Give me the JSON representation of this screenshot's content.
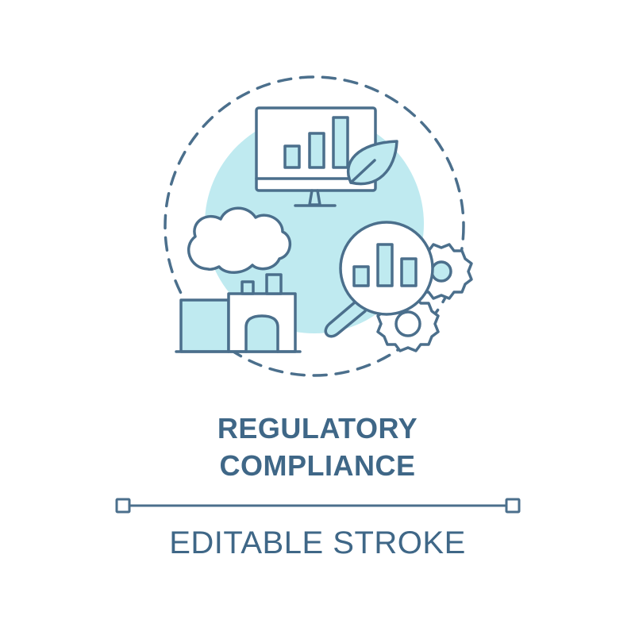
{
  "concept": {
    "title_line_1": "REGULATORY",
    "title_line_2": "COMPLIANCE",
    "subtitle": "EDITABLE STROKE"
  },
  "colors": {
    "stroke": "#4b6f8c",
    "fill_light": "#bfeaf0",
    "fill_pale": "#dcf4f7",
    "text": "#3f6787"
  },
  "icons": [
    "monitor-chart-icon",
    "leaf-icon",
    "cloud-icon",
    "factory-icon",
    "magnifier-chart-icon",
    "gear-icon"
  ]
}
